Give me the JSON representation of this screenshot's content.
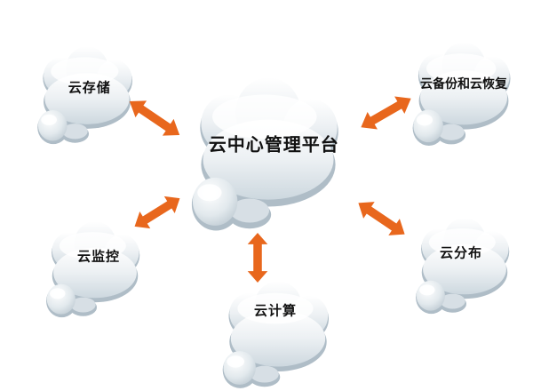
{
  "diagram": {
    "colors": {
      "arrow": "#E8671D",
      "background": "#FFFFFF",
      "cloud_shadow": "#AFBDC7",
      "cloud_base": "#CDD8DF"
    },
    "center_node": {
      "id": "cloud-center-management-platform",
      "label": "云中心管理平台"
    },
    "nodes": [
      {
        "id": "cloud-storage",
        "label": "云存储",
        "position": "top-left"
      },
      {
        "id": "cloud-backup-and-recovery",
        "label": "云备份和云恢复",
        "position": "top-right"
      },
      {
        "id": "cloud-monitoring",
        "label": "云监控",
        "position": "bottom-left"
      },
      {
        "id": "cloud-computing",
        "label": "云计算",
        "position": "bottom-center"
      },
      {
        "id": "cloud-distribution",
        "label": "云分布",
        "position": "bottom-right"
      }
    ],
    "connections": [
      {
        "from": "云中心管理平台",
        "to": "云存储",
        "bidirectional": true
      },
      {
        "from": "云中心管理平台",
        "to": "云备份和云恢复",
        "bidirectional": true
      },
      {
        "from": "云中心管理平台",
        "to": "云监控",
        "bidirectional": true
      },
      {
        "from": "云中心管理平台",
        "to": "云计算",
        "bidirectional": true
      },
      {
        "from": "云中心管理平台",
        "to": "云分布",
        "bidirectional": true
      }
    ]
  }
}
